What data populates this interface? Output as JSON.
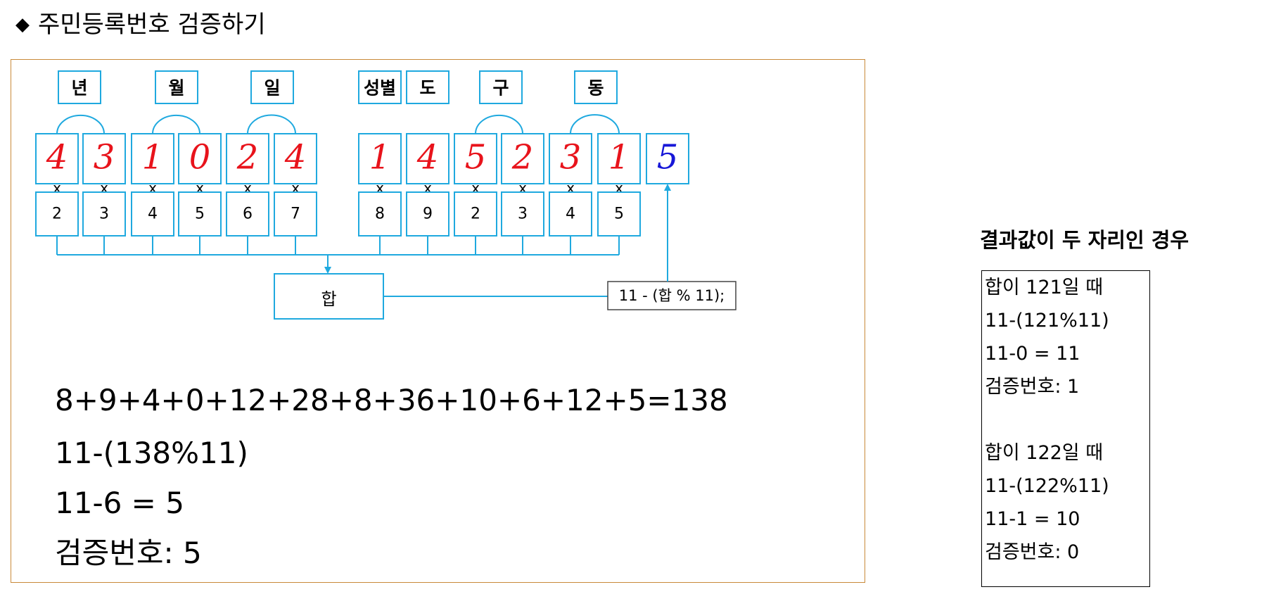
{
  "title": {
    "bullet": "◆",
    "text": "주민등록번호 검증하기"
  },
  "diagram": {
    "group_labels": [
      "년",
      "월",
      "일",
      "성별",
      "도",
      "구",
      "동"
    ],
    "digits": [
      "4",
      "3",
      "1",
      "0",
      "2",
      "4",
      "1",
      "4",
      "5",
      "2",
      "3",
      "1"
    ],
    "check_digit": "5",
    "multiply_sign": "x",
    "weights": [
      "2",
      "3",
      "4",
      "5",
      "6",
      "7",
      "8",
      "9",
      "2",
      "3",
      "4",
      "5"
    ],
    "sum_label": "합",
    "formula_label": "11 - (합 % 11);",
    "colors": {
      "box_border": "#1fa9df",
      "digit_red": "#e8131b",
      "check_blue": "#1717d8",
      "panel_border": "#c98a3a"
    }
  },
  "calc": {
    "line1": "8+9+4+0+12+28+8+36+10+6+12+5=138",
    "line2": "11-(138%11)",
    "line3": "11-6 = 5",
    "line4": "검증번호: 5"
  },
  "side": {
    "title": "결과값이 두 자리인 경우",
    "lines": [
      "합이 121일 때",
      "11-(121%11)",
      "11-0 = 11",
      "검증번호: 1",
      "",
      "합이 122일 때",
      "11-(122%11)",
      "11-1 = 10",
      "검증번호: 0"
    ]
  }
}
